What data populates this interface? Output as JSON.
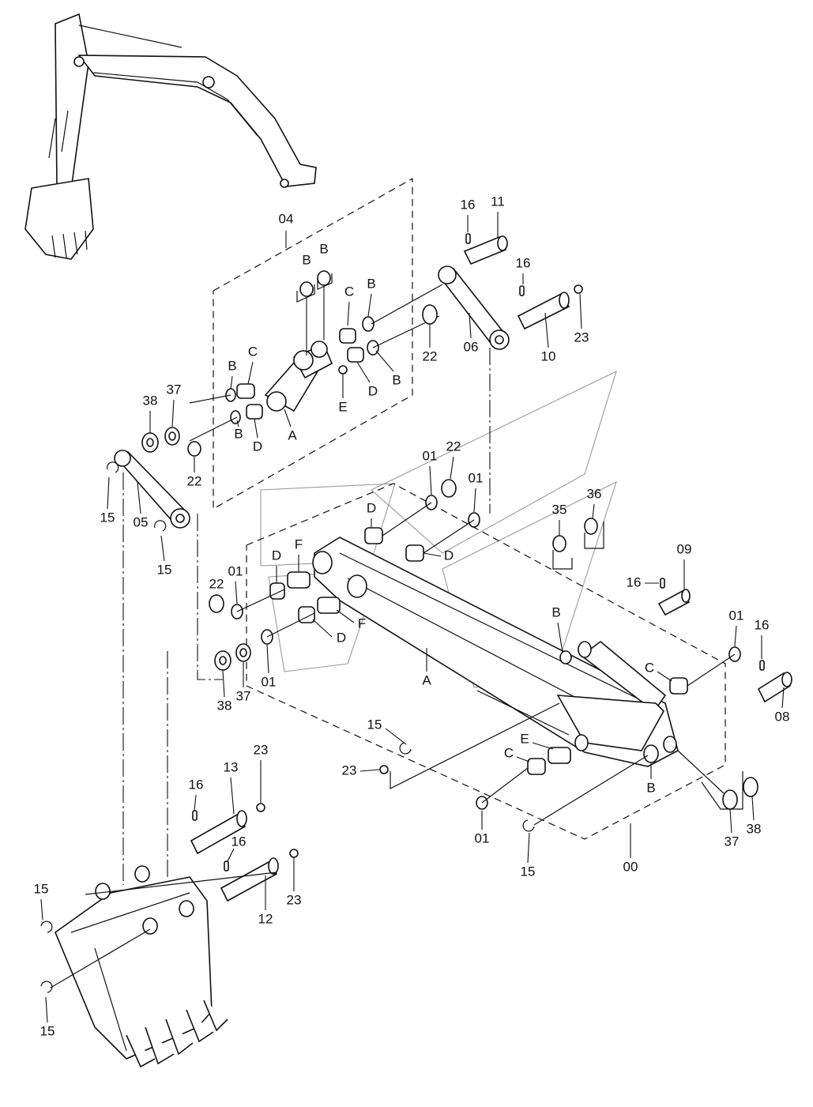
{
  "labels": {
    "p00": "00",
    "p01": "01",
    "p04": "04",
    "p05": "05",
    "p06": "06",
    "p08": "08",
    "p09": "09",
    "p10": "10",
    "p11": "11",
    "p12": "12",
    "p13": "13",
    "p15": "15",
    "p16": "16",
    "p22": "22",
    "p23": "23",
    "p35": "35",
    "p36": "36",
    "p37": "37",
    "p38": "38",
    "A": "A",
    "B": "B",
    "C": "C",
    "D": "D",
    "E": "E",
    "F": "F"
  },
  "colors": {
    "line": "#111111",
    "background": "#ffffff",
    "watermark": "#9a9a9a"
  }
}
